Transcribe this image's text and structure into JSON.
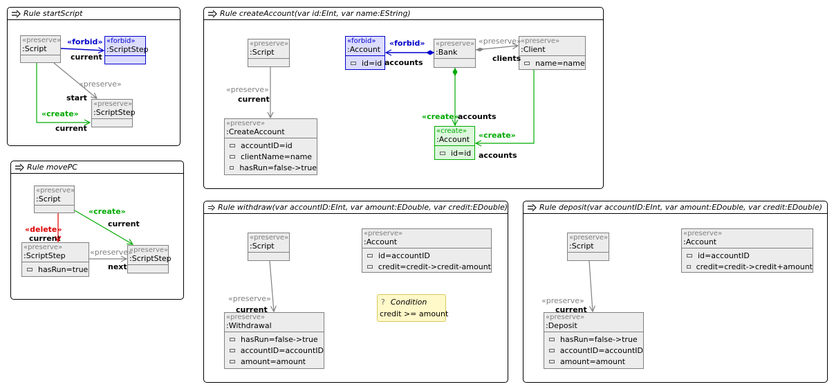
{
  "rules": {
    "start_script": {
      "title": "Rule startScript",
      "script_node": {
        "stereotype": "«preserve»",
        "name": ":Script"
      },
      "forbid_step": {
        "stereotype": "«forbid»",
        "name": ":ScriptStep"
      },
      "start_step": {
        "stereotype": "«preserve»",
        "name": ":ScriptStep"
      },
      "edge_forbid_label": "«forbid»",
      "edge_forbid_role": "current",
      "edge_preserve_label": "«preserve»",
      "edge_preserve_role": "start",
      "edge_create_label": "«create»",
      "edge_create_role": "current"
    },
    "move_pc": {
      "title": "Rule movePC",
      "script_node": {
        "stereotype": "«preserve»",
        "name": ":Script"
      },
      "step_a": {
        "stereotype": "«preserve»",
        "name": ":ScriptStep",
        "attrs": [
          "hasRun=true"
        ]
      },
      "step_b": {
        "stereotype": "«preserve»",
        "name": ":ScriptStep"
      },
      "edge_delete_label": "«delete»",
      "edge_delete_role": "current",
      "edge_create_label": "«create»",
      "edge_create_role": "current",
      "edge_next_label": "«preserve»",
      "edge_next_role": "next"
    },
    "create_account": {
      "title": "Rule createAccount(var id:EInt, var name:EString)",
      "script_node": {
        "stereotype": "«preserve»",
        "name": ":Script"
      },
      "create_node": {
        "stereotype": "«preserve»",
        "name": ":CreateAccount",
        "attrs": [
          "accountID=id",
          "clientName=name",
          "hasRun=false->true"
        ]
      },
      "forbid_account": {
        "stereotype": "«forbid»",
        "name": ":Account",
        "attrs": [
          "id=id"
        ]
      },
      "bank": {
        "stereotype": "«preserve»",
        "name": ":Bank"
      },
      "client": {
        "stereotype": "«preserve»",
        "name": ":Client",
        "attrs": [
          "name=name"
        ]
      },
      "new_account": {
        "stereotype": "«create»",
        "name": ":Account",
        "attrs": [
          "id=id"
        ]
      },
      "edge_current_label": "«preserve»",
      "edge_current_role": "current",
      "edge_forbid_label": "«forbid»",
      "edge_forbid_role": "accounts",
      "edge_clients_label": "«preserve»",
      "edge_clients_role": "clients",
      "edge_create_label": "«create»",
      "edge_create_role": "accounts",
      "edge_create2_label": "«create»",
      "edge_create2_role": "accounts"
    },
    "withdraw": {
      "title": "Rule withdraw(var accountID:EInt, var amount:EDouble, var credit:EDouble)",
      "script_node": {
        "stereotype": "«preserve»",
        "name": ":Script"
      },
      "withdrawal": {
        "stereotype": "«preserve»",
        "name": ":Withdrawal",
        "attrs": [
          "hasRun=false->true",
          "accountID=accountID",
          "amount=amount"
        ]
      },
      "account": {
        "stereotype": "«preserve»",
        "name": ":Account",
        "attrs": [
          "id=accountID",
          "credit=credit->credit-amount"
        ]
      },
      "condition_title": "Condition",
      "condition_text": "credit >= amount",
      "edge_label": "«preserve»",
      "edge_role": "current"
    },
    "deposit": {
      "title": "Rule deposit(var accountID:EInt, var amount:EDouble, var credit:EDouble)",
      "script_node": {
        "stereotype": "«preserve»",
        "name": ":Script"
      },
      "deposit_node": {
        "stereotype": "«preserve»",
        "name": ":Deposit",
        "attrs": [
          "hasRun=false->true",
          "accountID=accountID",
          "amount=amount"
        ]
      },
      "account": {
        "stereotype": "«preserve»",
        "name": ":Account",
        "attrs": [
          "id=accountID",
          "credit=credit->credit+amount"
        ]
      },
      "edge_label": "«preserve»",
      "edge_role": "current"
    }
  },
  "colors": {
    "preserve": "#808080",
    "forbid": "#0000cc",
    "create": "#00aa00",
    "delete": "#dd0000"
  }
}
